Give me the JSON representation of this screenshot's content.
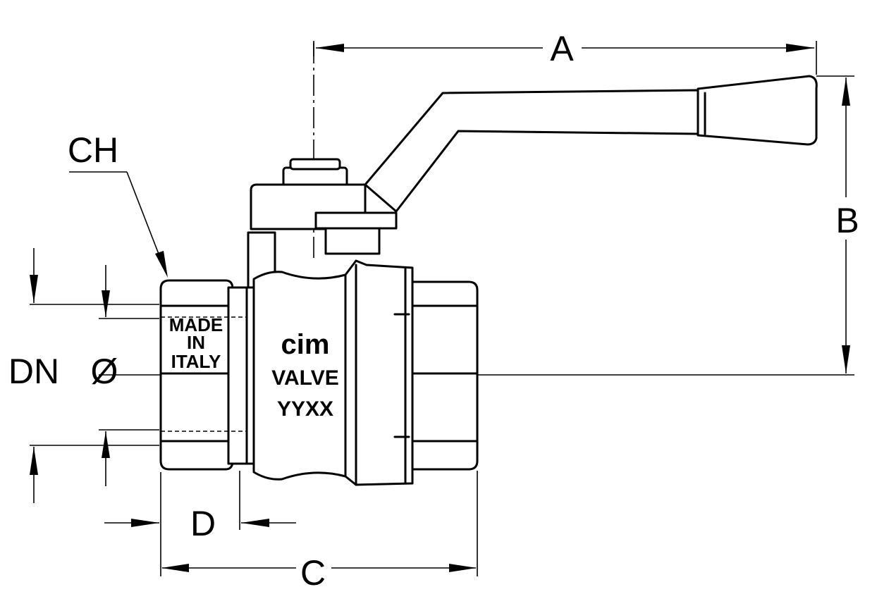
{
  "labels": {
    "a": "A",
    "b": "B",
    "c": "C",
    "d": "D",
    "ch": "CH",
    "dn": "DN",
    "phi": "Ø"
  },
  "body_marks": {
    "made_line1": "MADE",
    "made_line2": "IN",
    "made_line3": "ITALY",
    "brand": "cim",
    "valve": "VALVE",
    "code": "YYXX"
  }
}
